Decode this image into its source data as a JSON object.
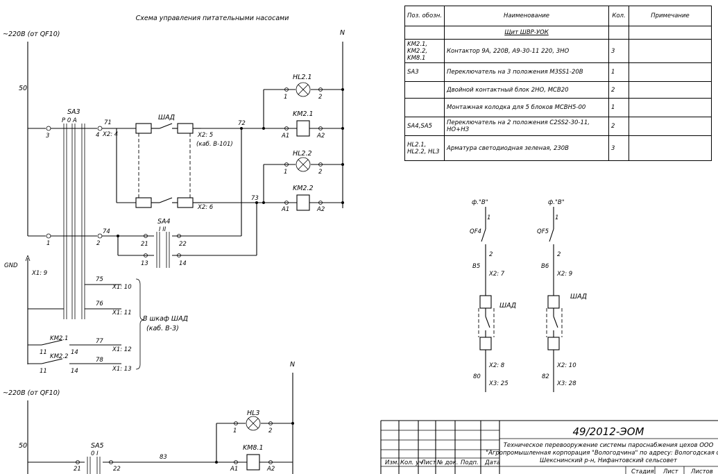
{
  "diagram": {
    "title": "Схема управления питательными насосами",
    "supply_top": "~220В (от QF10)",
    "supply_bottom": "~220В (от QF10)",
    "neutral_label": "N",
    "wire_50": "50",
    "wire_50b": "50",
    "sa3": "SA3",
    "sa3_pos": "P  0  A",
    "t3": "3",
    "t1": "1",
    "t2": "2",
    "t4": "4",
    "w71": "71",
    "x2_4": "X2: 4",
    "shad": "ШАД",
    "x2_5": "X2: 5",
    "cable_b101": "(каб. В-101)",
    "w72": "72",
    "w73": "73",
    "w74": "74",
    "x2_6": "X2: 6",
    "hl21": "HL2.1",
    "hl22": "HL2.2",
    "km21": "KM2.1",
    "km22": "KM2.2",
    "a1": "A1",
    "a2": "A2",
    "n1": "1",
    "n2": "2",
    "sa4": "SA4",
    "sa4_pos": "I   II",
    "t21": "21",
    "t22": "22",
    "t13": "13",
    "t14": "14",
    "gnd": "GND",
    "x1_9": "X1: 9",
    "w75": "75",
    "x1_10": "X1: 10",
    "w76": "76",
    "x1_11": "X1: 11",
    "to_shad": "В шкаф ШАД",
    "cable_b3": "(каб. В-3)",
    "km21b": "KM2.1",
    "km22b": "KM2.2",
    "t11": "11",
    "t14b": "14",
    "t11b": "11",
    "t14c": "14",
    "w77": "77",
    "x1_12": "X1: 12",
    "w78": "78",
    "x1_13": "X1: 13",
    "sa5": "SA5",
    "sa5_pos": "0   I",
    "t21b": "21",
    "t22b": "22",
    "w83": "83",
    "hl3": "HL3",
    "km81": "KM8.1",
    "phase_v1": "ф.\"В\"",
    "phase_v2": "ф.\"В\"",
    "qf4": "QF4",
    "qf5": "QF5",
    "b5": "В5",
    "b6": "В6",
    "x2_7": "X2: 7",
    "x2_9": "X2: 9",
    "shad2": "ШАД",
    "shad3": "ШАД",
    "x2_8": "X2: 8",
    "x2_10": "X2: 10",
    "w80": "80",
    "w82": "82",
    "x3_25": "X3: 25",
    "x3_28": "X3: 28",
    "q1": "1",
    "q2": "2",
    "q1b": "1",
    "q2b": "2"
  },
  "spec": {
    "headers": [
      "Поз. обозн.",
      "Наименование",
      "Кол.",
      "Примечание"
    ],
    "group": "Щит ШВР-УОК",
    "rows": [
      {
        "pos": "KM2.1, KM2.2, KM8.1",
        "name": "Контактор 9А, 220В, А9-30-11 220, 3НО",
        "qty": "3",
        "note": ""
      },
      {
        "pos": "SA3",
        "name": "Переключатель на 3 положения M3SS1-20B",
        "qty": "1",
        "note": ""
      },
      {
        "pos": "",
        "name": "Двойной контактный блок 2НО, MCB20",
        "qty": "2",
        "note": ""
      },
      {
        "pos": "",
        "name": "Монтажная колодка для 5 блоков MCBH5-00",
        "qty": "1",
        "note": ""
      },
      {
        "pos": "SA4,SA5",
        "name": "Переключатель на 2 положения C2SS2-30-11, НО+НЗ",
        "qty": "2",
        "note": ""
      },
      {
        "pos": "HL2.1, HL2.2, HL3",
        "name": "Арматура светодиодная зеленая, 230В",
        "qty": "3",
        "note": ""
      }
    ]
  },
  "titleblock": {
    "code": "49/2012-ЭОМ",
    "desc1": "Техническое перевооружение системы пароснабжения цехов ООО",
    "desc2": "\"Агропромышленная корпорация \"Вологодчина\" по адресу: Вологодская обл.,",
    "desc3": "Шекснинский р-н, Нифантовский сельсовет",
    "cols": [
      "Изм.",
      "Кол. уч",
      "Лист",
      "№ док.",
      "Подп.",
      "Дата"
    ],
    "stage": "Стадия",
    "sheet": "Лист",
    "sheets": "Листов"
  }
}
